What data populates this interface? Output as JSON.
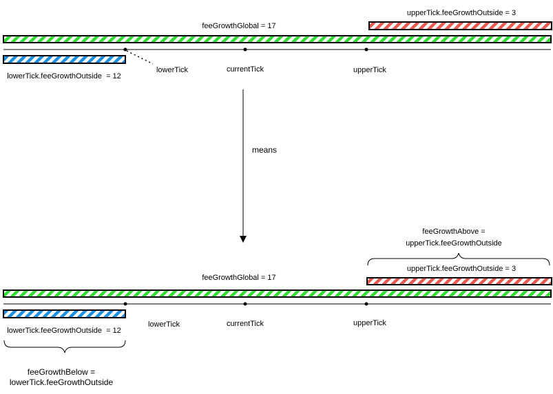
{
  "colors": {
    "global_bar": "#33dd33",
    "lower_bar": "#1e90e0",
    "upper_bar": "#e85a50",
    "outline": "#000000",
    "background": "#ffffff"
  },
  "top_section": {
    "fee_growth_global_label": "feeGrowthGlobal = 17",
    "upper_outside_label": "upperTick.feeGrowthOutside = 3",
    "lower_outside_label": "lowerTick.feeGrowthOutside  = 12",
    "ticks": {
      "lower": "lowerTick",
      "current": "currentTick",
      "upper": "upperTick"
    }
  },
  "arrow_label": "means",
  "bottom_section": {
    "fee_growth_global_label": "feeGrowthGlobal = 17",
    "upper_outside_label": "upperTick.feeGrowthOutside = 3",
    "lower_outside_label": "lowerTick.feeGrowthOutside  = 12",
    "fee_growth_above": {
      "line1": "feeGrowthAbove =",
      "line2": "upperTick.feeGrowthOutside"
    },
    "fee_growth_below": {
      "line1": "feeGrowthBelow =",
      "line2": "lowerTick.feeGrowthOutside"
    },
    "ticks": {
      "lower": "lowerTick",
      "current": "currentTick",
      "upper": "upperTick"
    }
  }
}
